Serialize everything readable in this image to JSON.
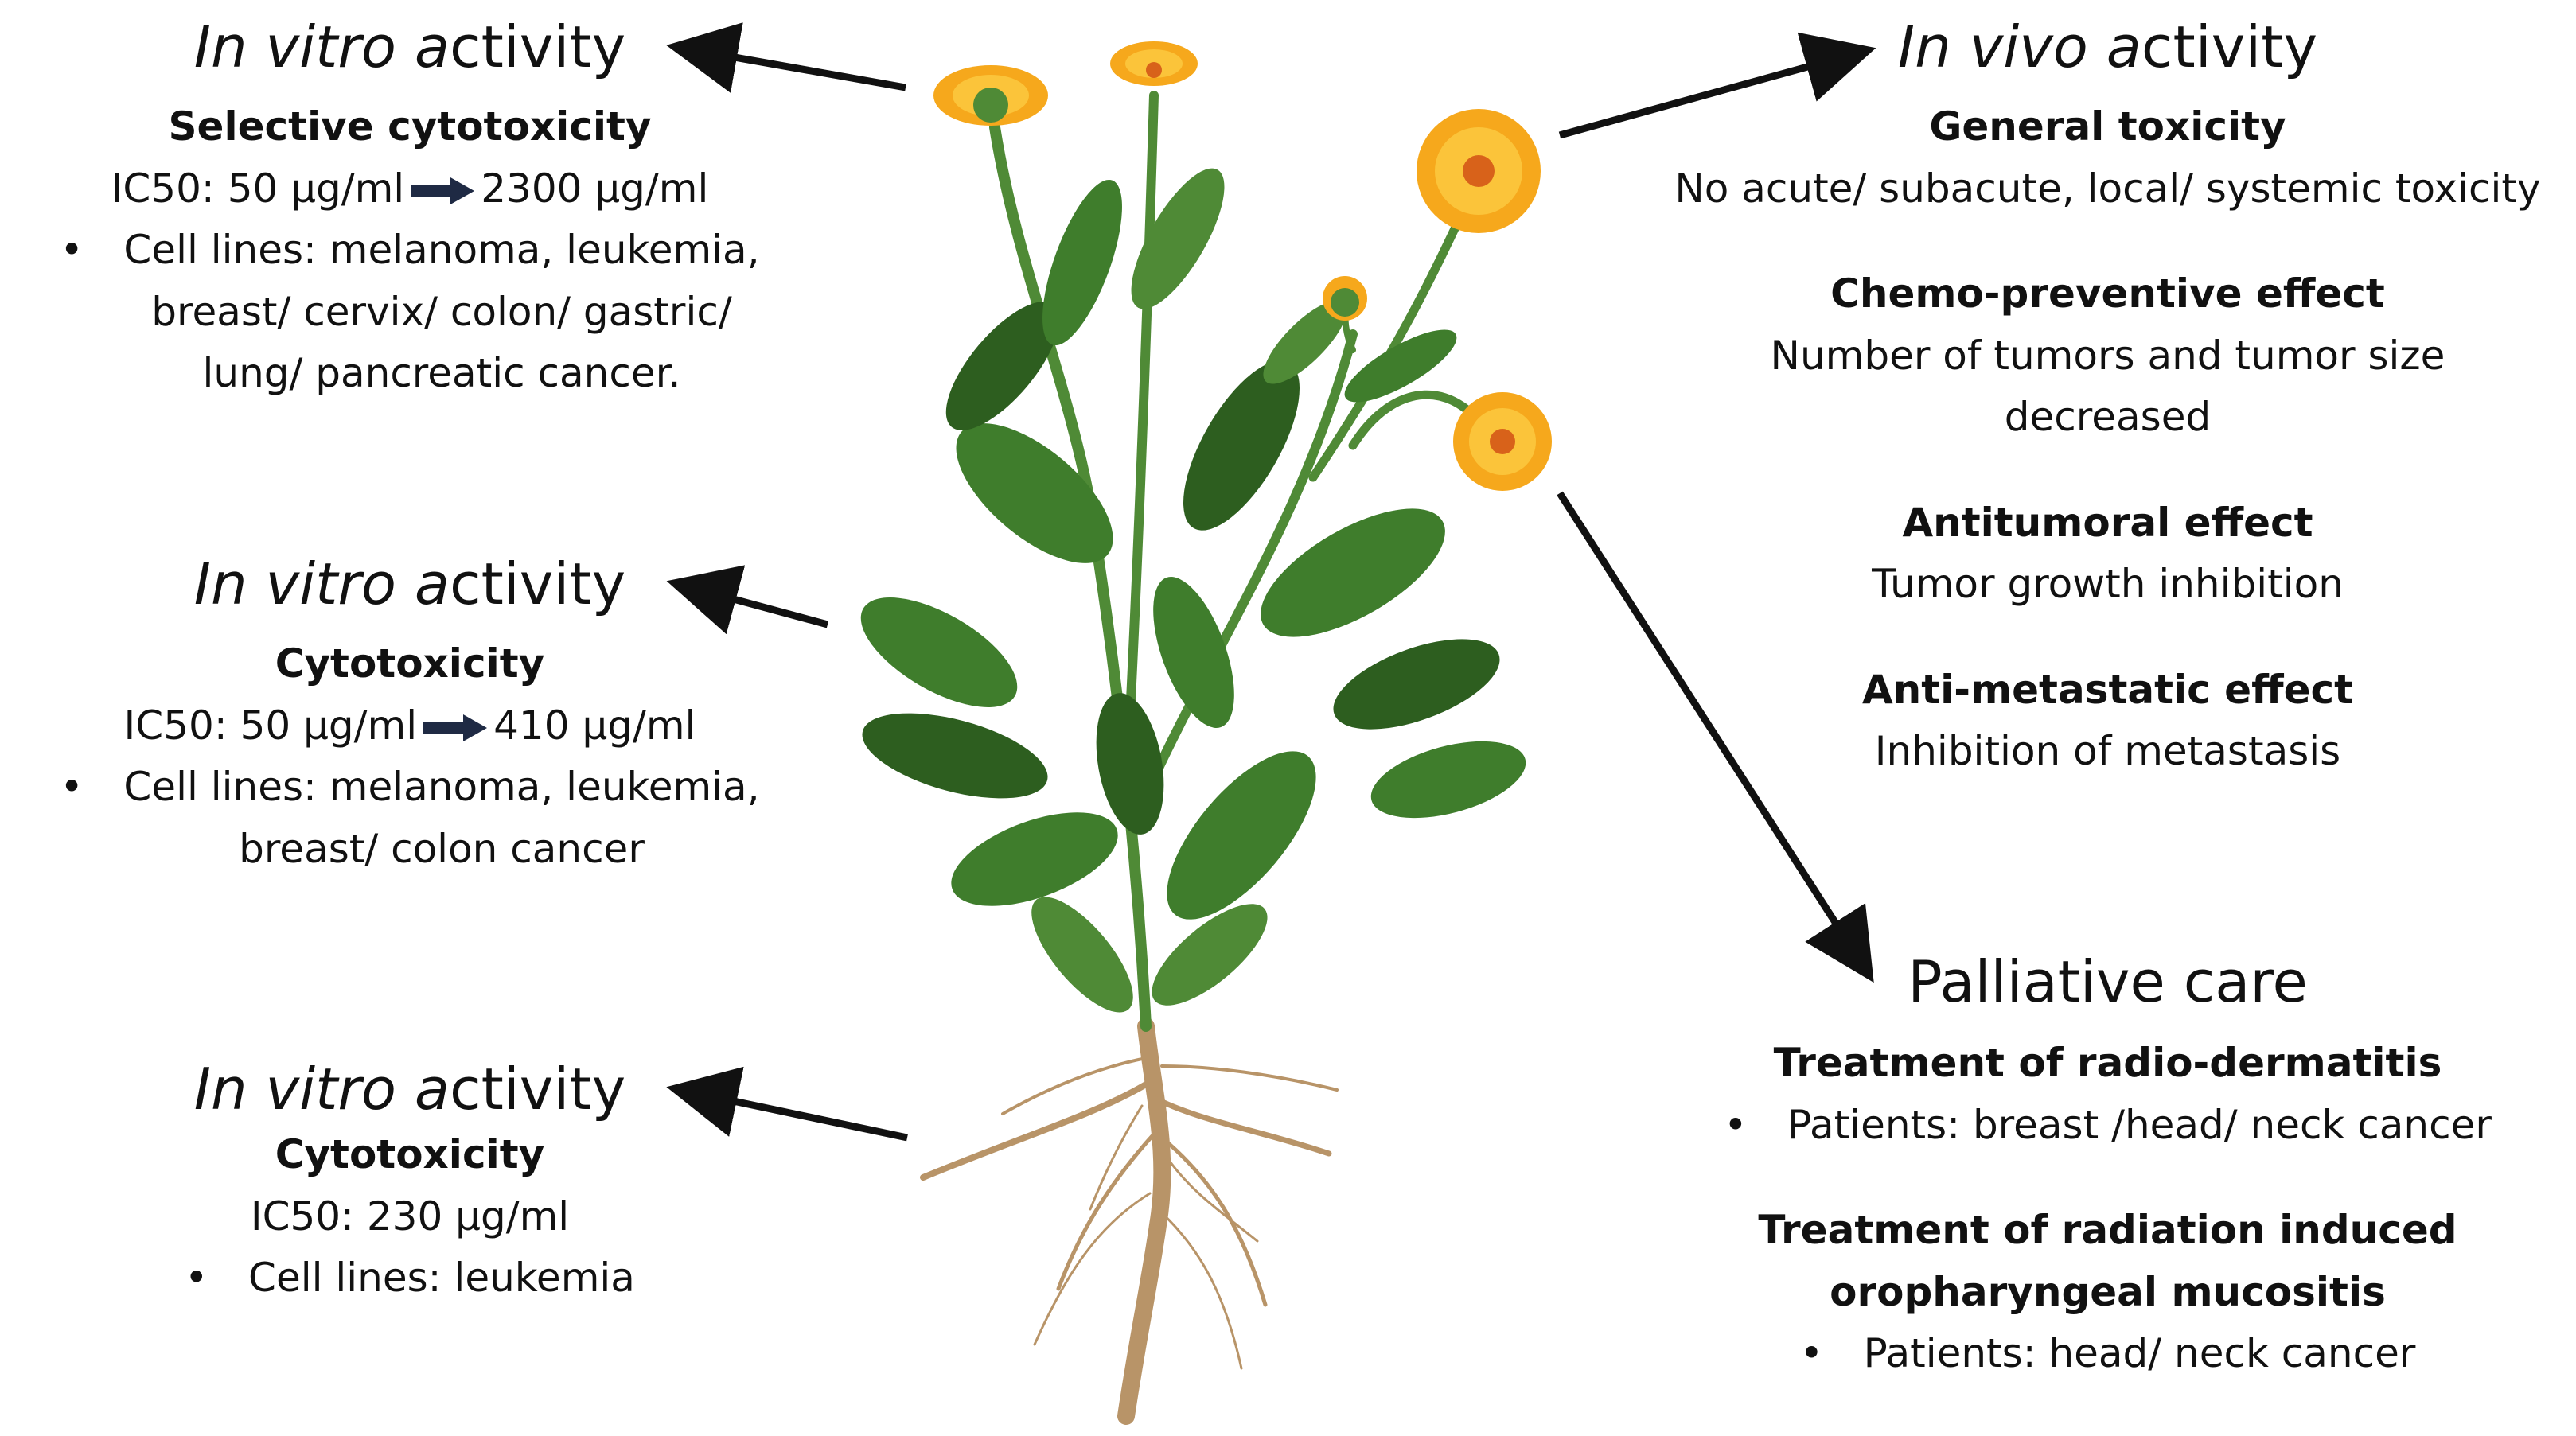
{
  "left": [
    {
      "heading": {
        "italic_part": "In vitro a",
        "normal_part": "ctivity"
      },
      "subtitle": "Selective cytotoxicity",
      "ic50": {
        "label": "IC50:",
        "from": "50 μg/ml",
        "to": "2300 μg/ml"
      },
      "bullet_lines": [
        "Cell lines: melanoma, leukemia,",
        "breast/ cervix/ colon/ gastric/",
        "lung/ pancreatic cancer."
      ]
    },
    {
      "heading": {
        "italic_part": "In vitro a",
        "normal_part": "ctivity"
      },
      "subtitle": "Cytotoxicity",
      "ic50": {
        "label": "IC50:",
        "from": "50 μg/ml",
        "to": "410 μg/ml"
      },
      "bullet_lines": [
        "Cell lines: melanoma, leukemia,",
        "breast/ colon cancer"
      ]
    },
    {
      "heading": {
        "italic_part": "In vitro a",
        "normal_part": "ctivity"
      },
      "subtitle": "Cytotoxicity",
      "ic50_text": "IC50: 230 μg/ml",
      "bullet_lines": [
        "Cell lines: leukemia"
      ]
    }
  ],
  "right": {
    "in_vivo": {
      "heading": {
        "italic_part": "In vivo a",
        "normal_part": "ctivity"
      },
      "items": [
        {
          "title": "General toxicity",
          "lines": [
            "No acute/ subacute, local/ systemic toxicity"
          ]
        },
        {
          "title": "Chemo-preventive effect",
          "lines": [
            "Number of tumors and tumor size",
            "decreased"
          ]
        },
        {
          "title": "Antitumoral effect",
          "lines": [
            "Tumor growth inhibition"
          ]
        },
        {
          "title": "Anti-metastatic effect",
          "lines": [
            "Inhibition of metastasis"
          ]
        }
      ]
    },
    "palliative": {
      "heading": "Palliative care",
      "items": [
        {
          "title_lines": [
            "Treatment of radio-dermatitis"
          ],
          "bullet": "Patients: breast /head/ neck cancer"
        },
        {
          "title_lines": [
            "Treatment of radiation induced",
            "oropharyngeal mucositis"
          ],
          "bullet": "Patients: head/ neck cancer"
        }
      ]
    }
  },
  "bullet_symbol": "•",
  "colors": {
    "text": "#111111",
    "arrow": "#111111",
    "ic50_arrow": "#1f2a44",
    "leaf": "#3f7d2c",
    "leaf_dark": "#2d5e1f",
    "stem": "#4f8a36",
    "petal": "#f6a81c",
    "petal_light": "#fbc43a",
    "flower_center": "#d8621a",
    "root": "#b89468"
  }
}
